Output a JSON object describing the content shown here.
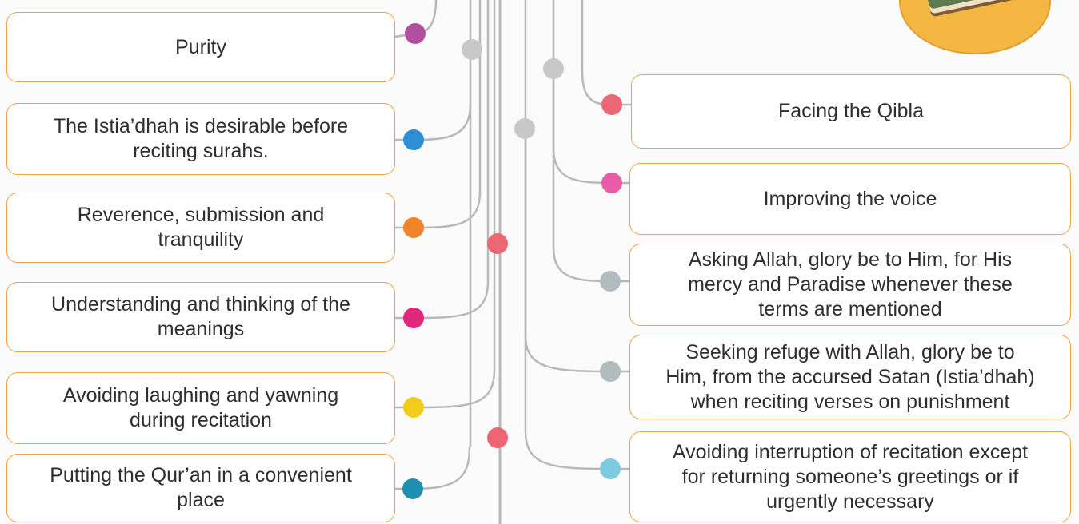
{
  "left_items": [
    {
      "lines": [
        "Purity"
      ],
      "dot_color": "#b24f9e"
    },
    {
      "lines": [
        "The Istia’dhah is desirable before",
        "reciting surahs."
      ],
      "dot_color": "#2e8fd6"
    },
    {
      "lines": [
        "Reverence, submission and",
        "tranquility"
      ],
      "dot_color": "#ef8528"
    },
    {
      "lines": [
        "Understanding and thinking of the",
        "meanings"
      ],
      "dot_color": "#e0277c"
    },
    {
      "lines": [
        "Avoiding laughing and yawning",
        "during recitation"
      ],
      "dot_color": "#f2cc1d"
    },
    {
      "lines": [
        "Putting the Qur’an in a convenient",
        "place"
      ],
      "dot_color": "#1e8fb0"
    }
  ],
  "right_items": [
    {
      "lines": [
        "Facing the Qibla"
      ],
      "dot_color": "#ec6674"
    },
    {
      "lines": [
        "Improving the voice"
      ],
      "dot_color": "#e85da5"
    },
    {
      "lines": [
        "Asking Allah, glory be to Him, for His",
        "mercy and Paradise whenever these",
        "terms are mentioned"
      ],
      "dot_color": "#b2bcbe"
    },
    {
      "lines": [
        "Seeking refuge with Allah, glory be to",
        "Him, from the accursed Satan (Istia’dhah)",
        "when reciting verses on punishment"
      ],
      "dot_color": "#b2bcbe"
    },
    {
      "lines": [
        "Avoiding interruption of recitation except",
        "for returning someone’s greetings or if",
        "urgently necessary"
      ],
      "dot_color": "#7ccbde"
    }
  ],
  "trunk_dots": [
    {
      "name": "trunk-dot-1",
      "color": "#c8c8c8"
    },
    {
      "name": "trunk-dot-2",
      "color": "#c8c8c8"
    },
    {
      "name": "trunk-dot-3",
      "color": "#c8c8c8"
    },
    {
      "name": "trunk-dot-4",
      "color": "#ec6674"
    },
    {
      "name": "trunk-dot-5",
      "color": "#ec6674"
    }
  ],
  "colors": {
    "box_border": "#e8a548",
    "branch_line": "#b8b8b8",
    "text": "#2e2e2e"
  },
  "icons": {
    "book": "quran-book-icon"
  }
}
